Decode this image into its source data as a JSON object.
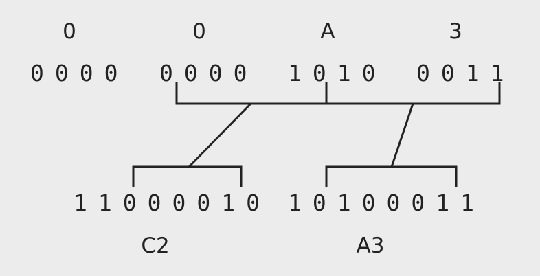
{
  "hex_digits": [
    "0",
    "0",
    "A",
    "3"
  ],
  "nibbles": [
    "0000",
    "0000",
    "1010",
    "0011"
  ],
  "bytes": [
    "11000010",
    "10100011"
  ],
  "byte_labels": [
    "C2",
    "A3"
  ],
  "colors": {
    "background": "#ececec",
    "ink": "#222222"
  }
}
